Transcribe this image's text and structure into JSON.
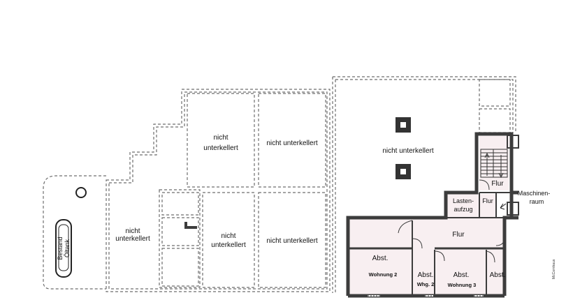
{
  "labels": {
    "nicht": "nicht",
    "unterkellert": "unterkellert",
    "nicht_unterkellert": "nicht unterkellert",
    "flur": "Flur",
    "flur_main": "Flur",
    "flur_small": "Flur",
    "lasten_1": "Lasten-",
    "lasten_2": "aufzug",
    "maschinen_1": "Maschinen-",
    "maschinen_2": "raum",
    "abst": "Abst.",
    "wohnung_2": "Wohnung 2",
    "whg_2": "Whg. 2",
    "wohnung_3": "Wohnung 3",
    "bestand": "Bestand",
    "oeltank": "Öltank",
    "credit": "McCornhaus"
  }
}
